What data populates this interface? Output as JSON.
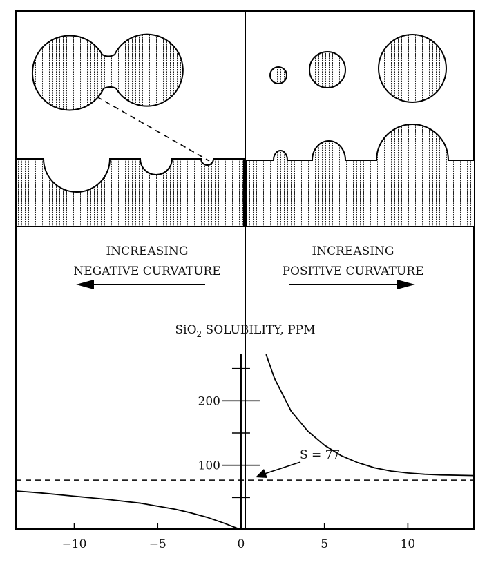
{
  "labels": {
    "negative_line1": "INCREASING",
    "negative_line2": "NEGATIVE CURVATURE",
    "positive_line1": "INCREASING",
    "positive_line2": "POSITIVE CURVATURE",
    "ylabel_main": "SiO",
    "ylabel_sub": "2",
    "ylabel_rest": " SOLUBILITY, PPM",
    "annotation": "S = 77"
  },
  "chart_data": {
    "type": "line",
    "title": "",
    "xlabel": "",
    "ylabel": "SiO2 SOLUBILITY, PPM",
    "xlim": [
      -13.5,
      14
    ],
    "ylim": [
      0,
      270
    ],
    "x_ticks": [
      -10,
      -5,
      0,
      5,
      10
    ],
    "x_tick_labels": [
      "−10",
      "−5",
      "0",
      "5",
      "10"
    ],
    "y_ticks_labeled": [
      100,
      200
    ],
    "y_ticks_minor": [
      50,
      150,
      250
    ],
    "grid": false,
    "reference_line": {
      "y": 77,
      "style": "dashed",
      "label": "S = 77"
    },
    "series": [
      {
        "x": [
          -13.5,
          -12,
          -10,
          -8,
          -6,
          -4,
          -3,
          -2,
          -1,
          0
        ],
        "y": [
          60,
          57,
          52,
          47,
          41,
          32,
          26,
          19,
          10,
          0
        ]
      },
      {
        "x": [
          1.5,
          2,
          3,
          4,
          5,
          6,
          7,
          8,
          9,
          10,
          11,
          12,
          13,
          14
        ],
        "y": [
          272,
          235,
          184,
          153,
          131,
          115,
          104,
          96,
          91,
          88,
          86,
          85,
          84.5,
          84
        ]
      }
    ]
  }
}
